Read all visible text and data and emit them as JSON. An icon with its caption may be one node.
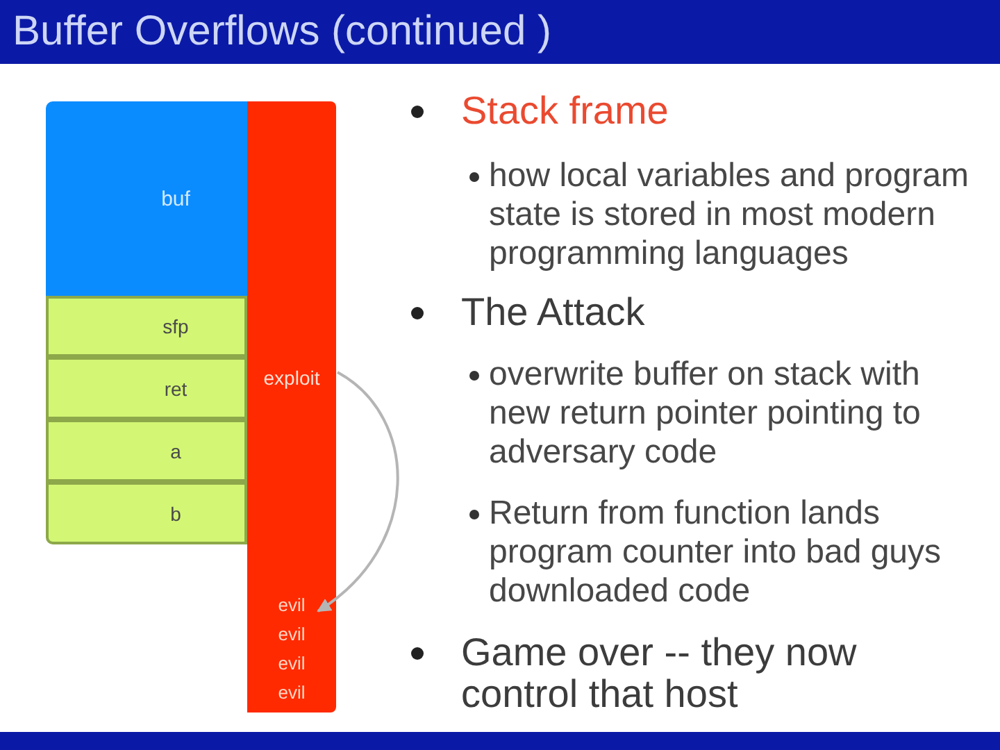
{
  "diagram": {
    "title": "Buffer Overflows (continued )",
    "nodes": [
      {
        "text": [
          "buf"
        ]
      },
      {
        "text": [
          "sfp"
        ]
      },
      {
        "text": [
          "ret"
        ]
      },
      {
        "text": [
          "a"
        ]
      },
      {
        "text": [
          "b"
        ]
      },
      {
        "text": [
          "exploit"
        ]
      },
      {
        "text": [
          "evil evil evil evil"
        ],
        "in": 5
      }
    ],
    "edges": [
      {
        "from": 5,
        "to": 6,
        "arrow": "to"
      }
    ],
    "labels": [
      "Stack frame",
      "how local variables and program state is stored in most modern programming languages",
      "The Attack",
      "overwrite buffer on stack with new return pointer pointing to adversary code",
      "Return from function lands program counter into bad guys downloaded code",
      "Game over -- they now control that host"
    ]
  }
}
